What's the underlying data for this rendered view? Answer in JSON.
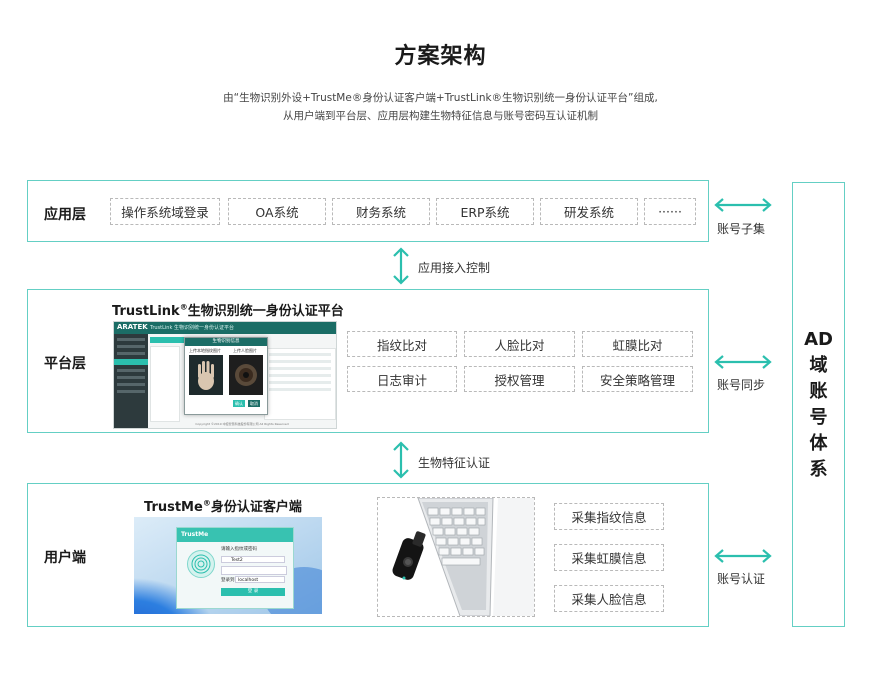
{
  "header": {
    "title": "方案架构",
    "subtitle_line1": "由“生物识别外设+TrustMe®身份认证客户端+TrustLink®生物识别统一身份认证平台”组成,",
    "subtitle_line2": "从用户端到平台层、应用层构建生物特征信息与账号密码互认证机制"
  },
  "app_layer": {
    "name": "应用层",
    "systems": [
      "操作系统域登录",
      "OA系统",
      "财务系统",
      "ERP系统",
      "研发系统",
      "······"
    ],
    "side_label": "账号子集"
  },
  "connector_top": {
    "label": "应用接入控制"
  },
  "platform_layer": {
    "name": "平台层",
    "product_title": "TrustLink",
    "product_reg": "®",
    "product_subtitle": "生物识别统一身份认证平台",
    "functions": [
      "指纹比对",
      "人脸比对",
      "虹膜比对",
      "日志审计",
      "授权管理",
      "安全策略管理"
    ],
    "side_label": "账号同步",
    "screenshot": {
      "brand": "ARATEK",
      "header_text": "TrustLink 生物识别统一身份认证平台",
      "dialog_title": "生物识别信息",
      "dialog_left": "上传本地指纹图片",
      "dialog_right": "上传人脸图片",
      "ok": "确认",
      "cancel": "取消",
      "footer": "Copyright ©2019 中控智慧科技股份有限公司 All Rights Reserved"
    }
  },
  "connector_mid": {
    "label": "生物特征认证"
  },
  "user_layer": {
    "name": "用户端",
    "product_title": "TrustMe",
    "product_reg": "®",
    "product_subtitle": "身份认证客户端",
    "collect": [
      "采集指纹信息",
      "采集虹膜信息",
      "采集人脸信息"
    ],
    "side_label": "账号认证",
    "client": {
      "app": "TrustMe",
      "prompt": "请输入指纹或密码",
      "user": "Test2",
      "domain_label": "登录到:",
      "domain": "localhost",
      "login": "登 录"
    }
  },
  "ad_column": {
    "chars": [
      "AD",
      "域",
      "账",
      "号",
      "体",
      "系"
    ]
  },
  "colors": {
    "accent": "#2bbfae",
    "border": "#64cfc4",
    "dashed": "#b9b9b9"
  }
}
